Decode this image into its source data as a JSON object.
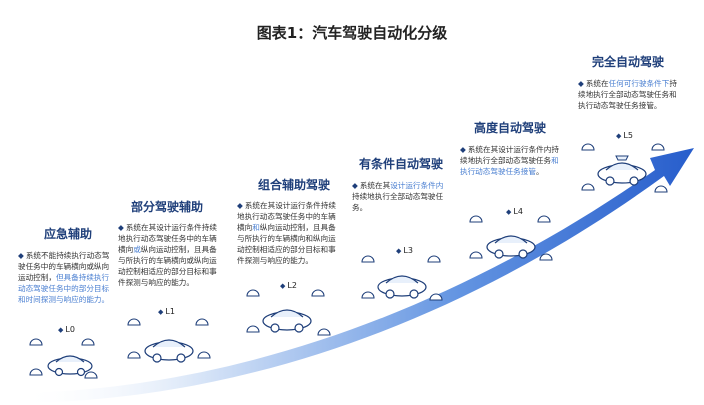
{
  "title": "图表1：汽车驾驶自动化分级",
  "levels": [
    {
      "name": "应急辅助",
      "code": "L0",
      "desc_pre": "系统不能持续执行动态驾驶任务中的车辆横向或纵向运动控制，",
      "desc_hl": "但具备持续执行动态驾驶任务中的部分目标和时间探测与响应的能力。",
      "desc_post": ""
    },
    {
      "name": "部分驾驶辅助",
      "code": "L1",
      "desc_pre": "系统在其设计运行条件持续地执行动态驾驶任务中的车辆横向",
      "desc_hl": "或",
      "desc_post": "纵向运动控制，且具备与所执行的车辆横向或纵向运动控制相适应的部分目标和事件探测与响应的能力。"
    },
    {
      "name": "组合辅助驾驶",
      "code": "L2",
      "desc_pre": "系统在其设计运行条件持续地执行动态驾驶任务中的车辆横向",
      "desc_hl": "和",
      "desc_post": "纵向运动控制，且具备与所执行的车辆横向和纵向运动控制相适应的部分目标和事件探测与响应的能力。"
    },
    {
      "name": "有条件自动驾驶",
      "code": "L3",
      "desc_pre": "系统在其",
      "desc_hl": "设计运行条件内",
      "desc_post": "持续地执行全部动态驾驶任务。"
    },
    {
      "name": "高度自动驾驶",
      "code": "L4",
      "desc_pre": "系统在其设计运行条件内持续地执行全部动态驾驶任务",
      "desc_hl": "和执行动态驾驶任务接管",
      "desc_post": "。"
    },
    {
      "name": "完全自动驾驶",
      "code": "L5",
      "desc_pre": "系统在",
      "desc_hl": "任何可行驶条件下",
      "desc_post": "持续地执行全部动态驾驶任务和执行动态驾驶任务接管。"
    }
  ],
  "colors": {
    "accent": "#1f3f7a",
    "highlight": "#4a7fd1",
    "arrow_dark": "#1c55c9",
    "arrow_light": "#cfe0f7"
  }
}
